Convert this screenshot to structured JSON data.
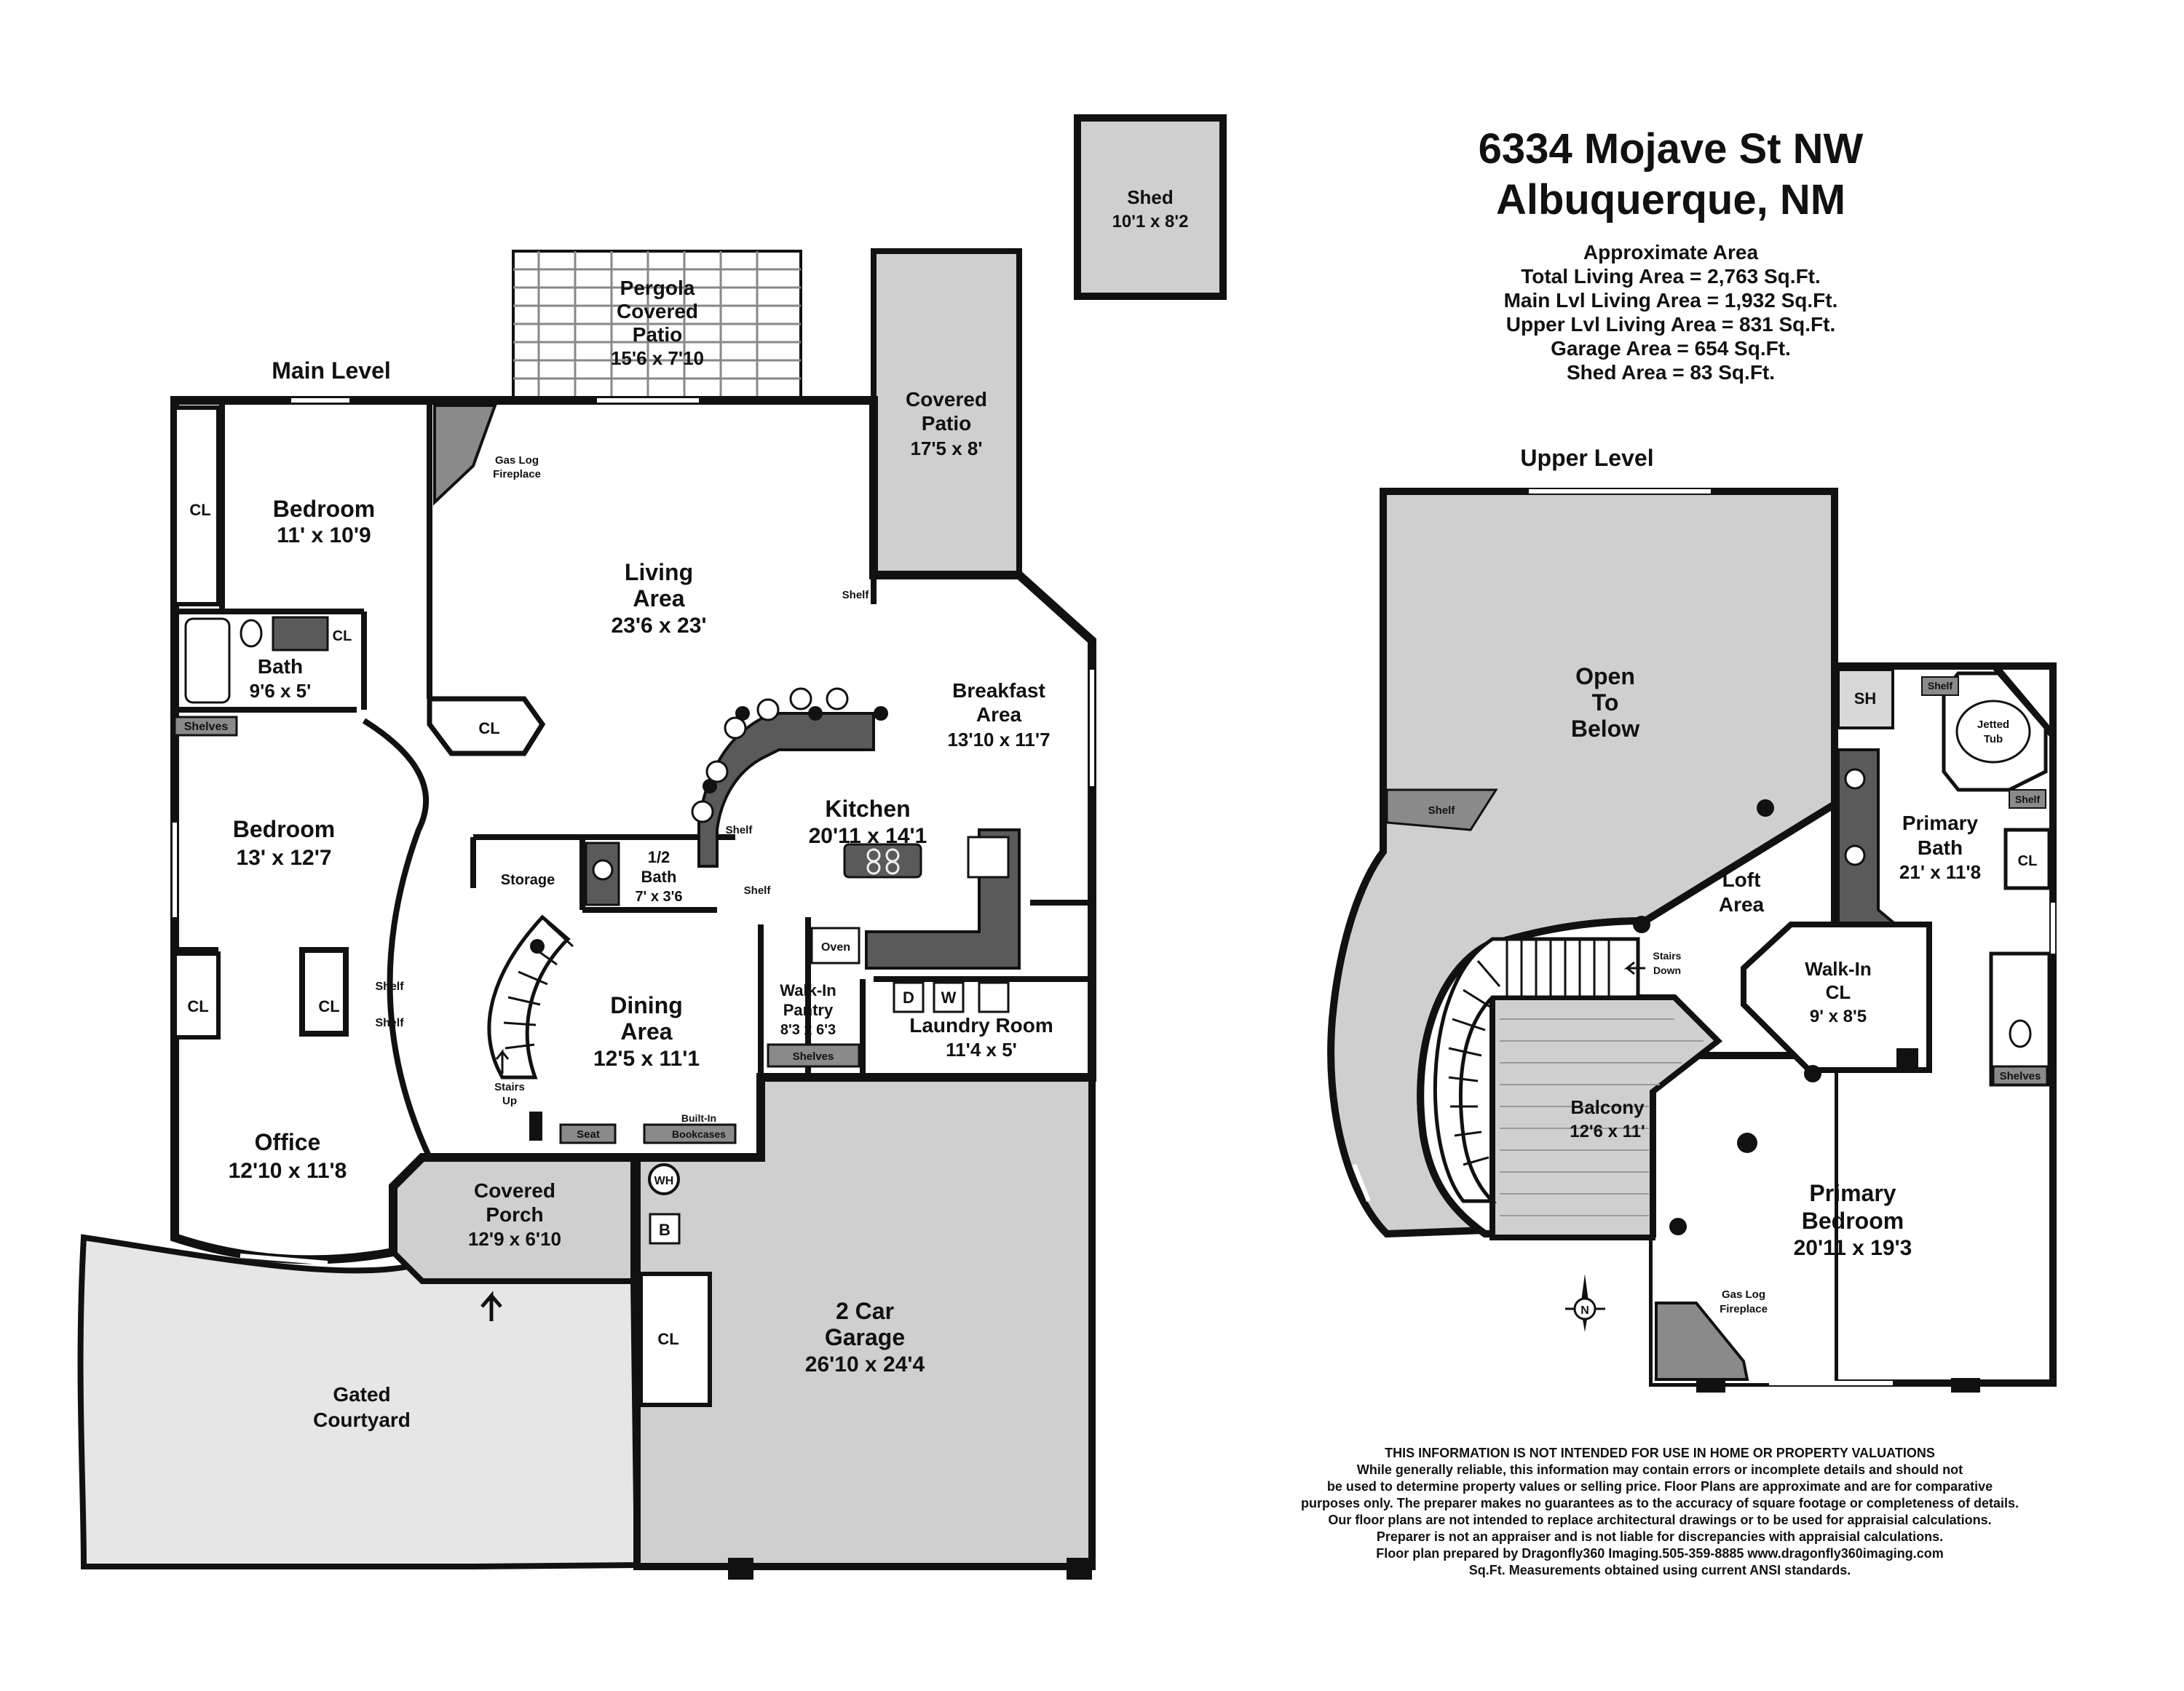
{
  "title": {
    "address_line1": "6334 Mojave St NW",
    "address_line2": "Albuquerque, NM"
  },
  "area_summary": {
    "heading": "Approximate Area",
    "lines": [
      "Total Living Area = 2,763 Sq.Ft.",
      "Main Lvl Living Area = 1,932 Sq.Ft.",
      "Upper Lvl Living Area = 831 Sq.Ft.",
      "Garage Area = 654 Sq.Ft.",
      "Shed Area = 83 Sq.Ft."
    ]
  },
  "main_level": {
    "label": "Main Level",
    "rooms": {
      "bedroom1": {
        "name": "Bedroom",
        "dims": "11' x 10'9"
      },
      "bath": {
        "name": "Bath",
        "dims": "9'6 x 5'"
      },
      "bedroom2": {
        "name": "Bedroom",
        "dims": "13' x 12'7"
      },
      "office": {
        "name": "Office",
        "dims": "12'10 x 11'8"
      },
      "pergola": {
        "line1": "Pergola",
        "line2": "Covered",
        "line3": "Patio",
        "dims": "15'6 x 7'10"
      },
      "living": {
        "line1": "Living",
        "line2": "Area",
        "dims": "23'6 x 23'"
      },
      "covered_patio": {
        "line1": "Covered",
        "line2": "Patio",
        "dims": "17'5 x 8'"
      },
      "breakfast": {
        "line1": "Breakfast",
        "line2": "Area",
        "dims": "13'10 x 11'7"
      },
      "kitchen": {
        "name": "Kitchen",
        "dims": "20'11 x 14'1"
      },
      "half_bath": {
        "line1": "1/2",
        "line2": "Bath",
        "dims": "7' x 3'6"
      },
      "storage": {
        "name": "Storage"
      },
      "dining": {
        "line1": "Dining",
        "line2": "Area",
        "dims": "12'5 x 11'1"
      },
      "pantry": {
        "line1": "Walk-In",
        "line2": "Pantry",
        "dims": "8'3 x 6'3"
      },
      "laundry": {
        "name": "Laundry Room",
        "dims": "11'4 x 5'"
      },
      "porch": {
        "line1": "Covered",
        "line2": "Porch",
        "dims": "12'9 x 6'10"
      },
      "garage": {
        "line1": "2 Car",
        "line2": "Garage",
        "dims": "26'10 x 24'4"
      },
      "courtyard": {
        "line1": "Gated",
        "line2": "Courtyard"
      }
    },
    "labels": {
      "closet": "CL",
      "shelves": "Shelves",
      "shelf": "Shelf",
      "fireplace_line1": "Gas Log",
      "fireplace_line2": "Fireplace",
      "stairs_line1": "Stairs",
      "stairs_line2": "Up",
      "seat": "Seat",
      "bookcases_line1": "Built-In",
      "bookcases_line2": "Bookcases",
      "oven": "Oven",
      "dryer": "D",
      "washer": "W",
      "water_heater": "WH",
      "boiler": "B"
    }
  },
  "shed": {
    "name": "Shed",
    "dims": "10'1 x 8'2"
  },
  "upper_level": {
    "label": "Upper Level",
    "rooms": {
      "open_below": {
        "line1": "Open",
        "line2": "To",
        "line3": "Below"
      },
      "loft": {
        "line1": "Loft",
        "line2": "Area"
      },
      "primary_bath": {
        "line1": "Primary",
        "line2": "Bath",
        "dims": "21' x 11'8"
      },
      "walkin": {
        "line1": "Walk-In",
        "line2": "CL",
        "dims": "9' x 8'5"
      },
      "balcony": {
        "name": "Balcony",
        "dims": "12'6 x 11'"
      },
      "primary_bed": {
        "line1": "Primary",
        "line2": "Bedroom",
        "dims": "20'11 x 19'3"
      }
    },
    "labels": {
      "sh": "SH",
      "jetted_line1": "Jetted",
      "jetted_line2": "Tub",
      "shelf": "Shelf",
      "shelves": "Shelves",
      "closet": "CL",
      "stairs_line1": "Stairs",
      "stairs_line2": "Down",
      "fireplace_line1": "Gas Log",
      "fireplace_line2": "Fireplace",
      "north": "N"
    }
  },
  "disclaimer": {
    "lines": [
      "THIS INFORMATION IS NOT INTENDED FOR USE IN HOME OR PROPERTY VALUATIONS",
      "While generally reliable, this information may contain errors or incomplete details and should not",
      "be used to determine property values or selling price. Floor Plans are approximate and are for comparative",
      "purposes only. The preparer makes no guarantees as to the accuracy of square footage or completeness of details.",
      "Our floor plans are not intended to replace architectural drawings or to be used for appraisial calculations.",
      "Preparer is not an appraiser and is not liable for discrepancies with appraisial calculations.",
      "Floor plan prepared by Dragonfly360 Imaging.505-359-8885  www.dragonfly360imaging.com",
      "Sq.Ft. Measurements obtained using current ANSI standards."
    ]
  },
  "colors": {
    "wall": "#111111",
    "room_fill": "#ffffff",
    "outdoor_fill": "#cfcfcf",
    "courtyard_fill": "#e6e6e6",
    "counter_fill": "#5a5a5a",
    "stair_fill": "#bdbdbd"
  }
}
